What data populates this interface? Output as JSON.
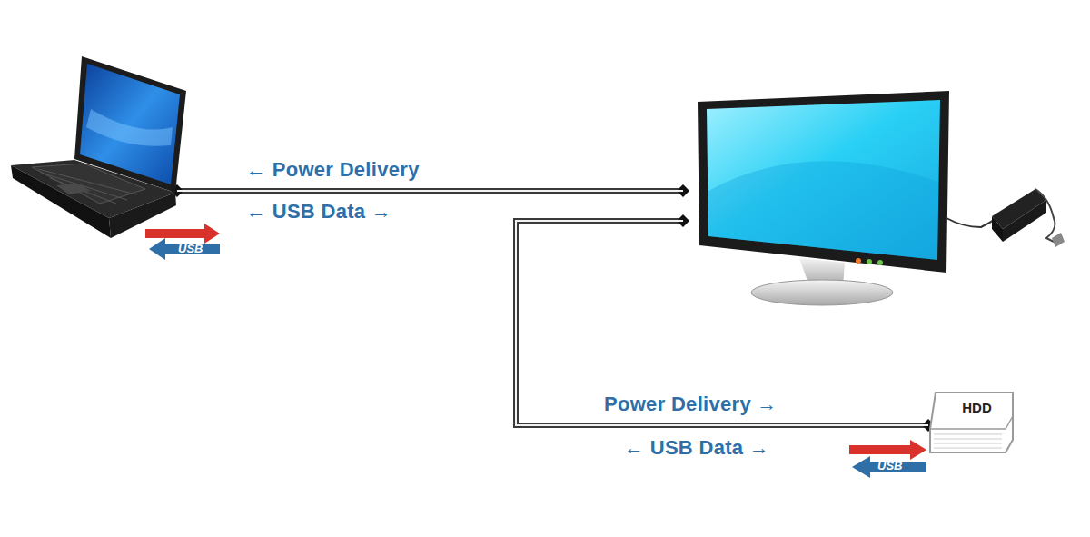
{
  "diagram": {
    "nodes": [
      {
        "text": [
          "USB"
        ]
      },
      {
        "text": []
      },
      {
        "text": [
          "HDD",
          "USB"
        ]
      }
    ],
    "edges": [
      {
        "from": 0,
        "to": 1,
        "arrow": "both",
        "label": "← Power Delivery"
      },
      {
        "from": 1,
        "to": 2,
        "arrow": "both",
        "label": "Power Delivery →"
      }
    ],
    "labels": [
      "← USB Data →",
      "← USB Data →"
    ]
  }
}
